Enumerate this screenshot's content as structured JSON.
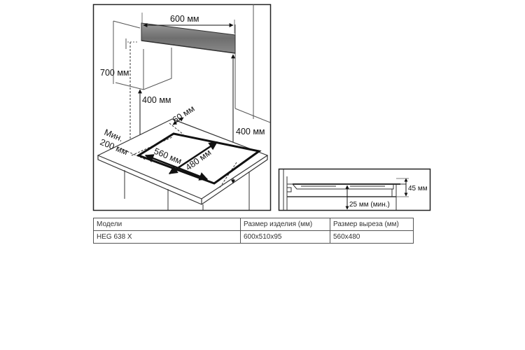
{
  "diagram": {
    "labels": {
      "top_width": "600 мм",
      "cabinet_height": "700 мм",
      "height_400_left": "400 мм",
      "height_400_right": "400 мм",
      "depth_60": "60 мм",
      "min": "Мин.",
      "side_200": "200 мм",
      "cutout_560": "560 мм",
      "cutout_480": "480 мм"
    }
  },
  "side_view": {
    "labels": {
      "thickness": "45 мм",
      "gap": "25 мм (мин.)"
    }
  },
  "table": {
    "headers": [
      "Модели",
      "Размер изделия (мм)",
      "Размер выреза (мм)"
    ],
    "rows": [
      [
        "HEG 638 X",
        "600x510x95",
        "560x480"
      ]
    ]
  }
}
